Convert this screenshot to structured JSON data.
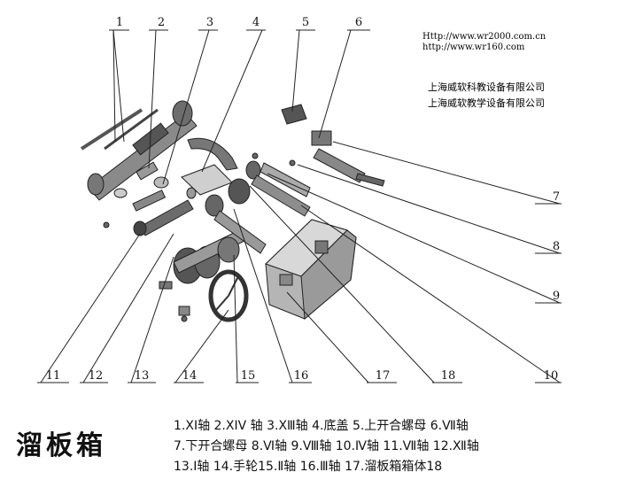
{
  "header": {
    "url1": "Http://www.wr2000.com.cn",
    "url2": "http://www.wr160.com",
    "company1": "上海威软科教设备有限公司",
    "company2": "上海威软教学设备有限公司"
  },
  "title": "溜板箱",
  "callouts": [
    "1",
    "2",
    "3",
    "4",
    "5",
    "6",
    "7",
    "8",
    "9",
    "10",
    "11",
    "12",
    "13",
    "14",
    "15",
    "16",
    "17",
    "18"
  ],
  "legend": {
    "line1": "1.XI轴 2.XⅠV 轴 3.XⅢ轴 4.底盖 5.上开合螺母 6.Ⅶ轴",
    "line2": "7.下开合螺母 8.Ⅵ轴 9.Ⅷ轴 10.Ⅳ轴 11.Ⅶ轴 12.Ⅻ轴",
    "line3": "13.Ⅰ轴 14.手轮15.Ⅱ轴 16.Ⅲ轴 17.溜板箱箱体18"
  }
}
